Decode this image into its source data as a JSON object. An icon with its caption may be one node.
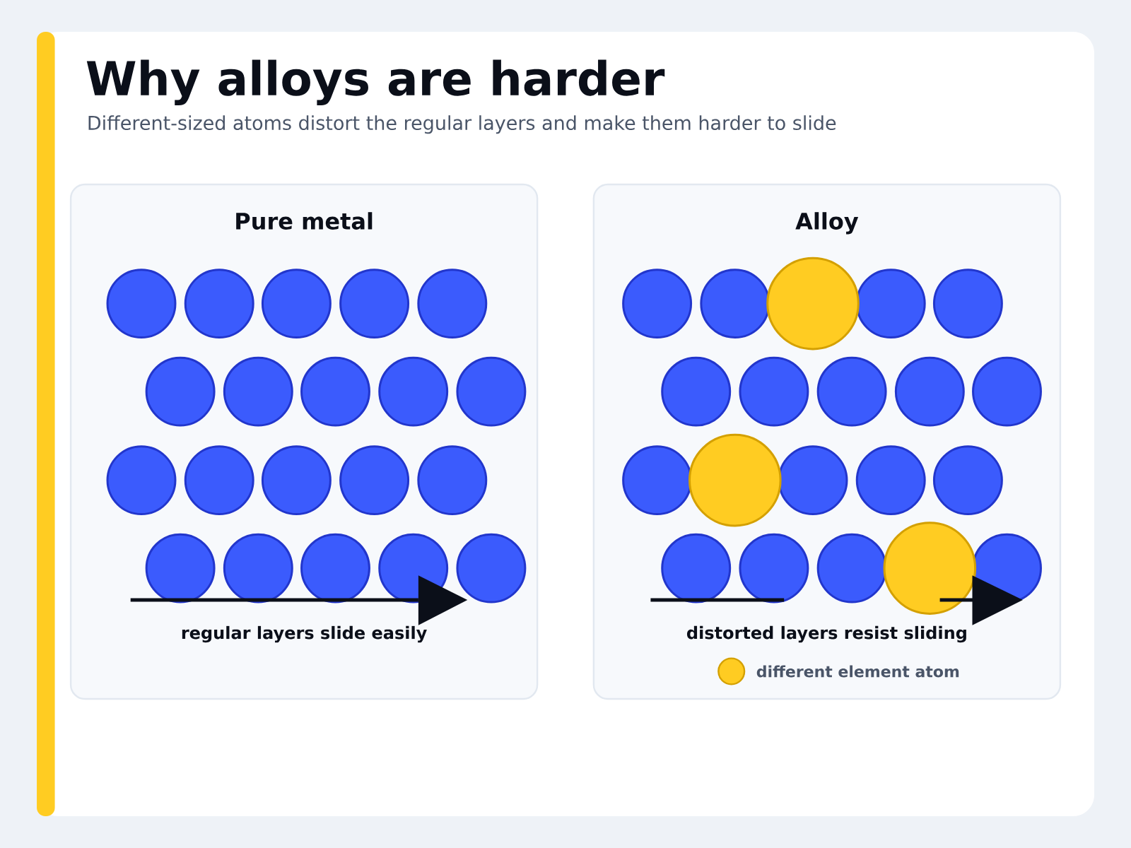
{
  "diagram": {
    "title": "Why alloys are harder",
    "caption": "Different-sized atoms distort the regular layers and make them harder to slide",
    "nodes": [
      {
        "text": [
          "Pure metal",
          "regular layers slide easily"
        ]
      },
      {
        "text": [
          "Alloy",
          "distorted layers resist sliding"
        ]
      }
    ],
    "legend": [
      {
        "text": "different element atom",
        "color": "#ffcc22"
      }
    ]
  }
}
